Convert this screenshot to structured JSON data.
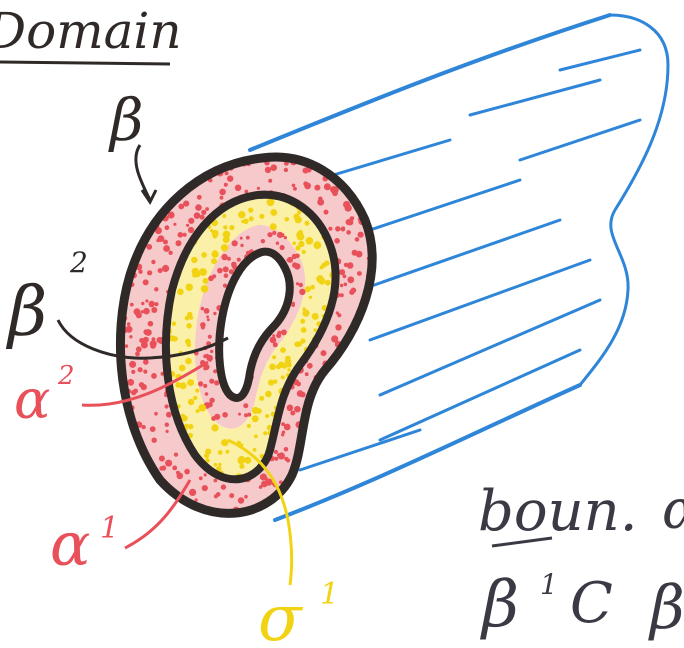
{
  "title": "Domain",
  "labels": {
    "beta": "β",
    "beta2_base": "β",
    "beta2_sup": "2",
    "alpha2_base": "α",
    "alpha2_sup": "2",
    "alpha1_base": "α",
    "alpha1_sup": "1",
    "sigma1_base": "σ",
    "sigma1_sup": "1",
    "boundary_text": "boun.",
    "beta1_base": "β",
    "beta1_sup": "1",
    "subset_symbol": "C",
    "cut_off_fragment": "ɑ"
  },
  "colors": {
    "ink": "#2f2a28",
    "blue": "#2f86d8",
    "red": "#e8505a",
    "yellow": "#f2d313",
    "boundary_ink": "#3a3a44"
  }
}
